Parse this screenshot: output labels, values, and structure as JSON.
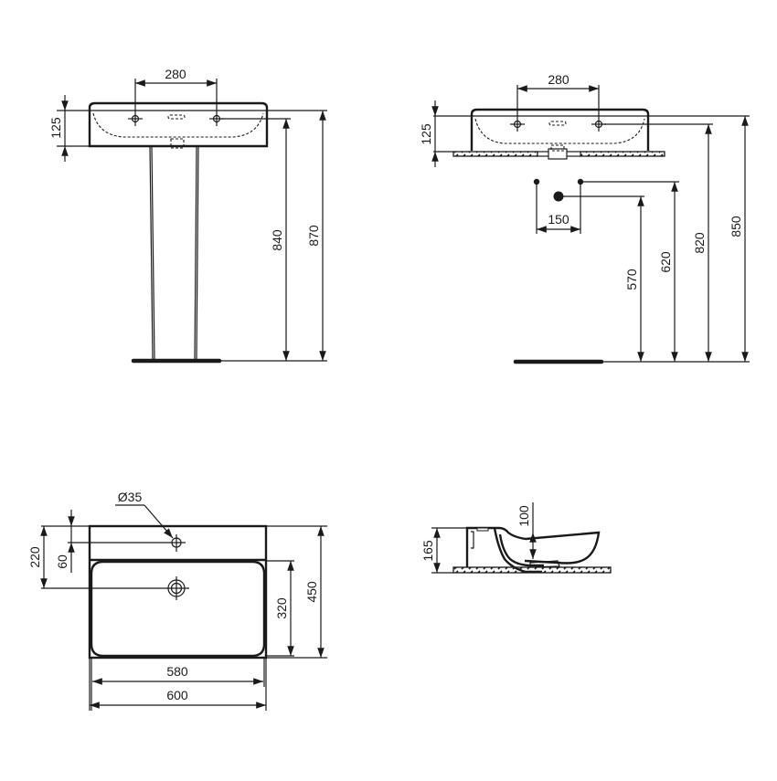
{
  "drawing": {
    "type": "technical-dimension-drawing",
    "subject": "washbasin",
    "units": "mm",
    "line_color": "#1a1a1a",
    "background": "#ffffff"
  },
  "views": {
    "front_pedestal": {
      "tap_hole_spacing": "280",
      "basin_height": "125",
      "tap_height_from_floor": "840",
      "rim_height_from_floor": "870"
    },
    "front_wall_hung": {
      "tap_hole_spacing": "280",
      "basin_height": "125",
      "supply_spacing": "150",
      "waste_height": "570",
      "supply_height": "620",
      "tap_height_from_floor": "820",
      "rim_height_from_floor": "850"
    },
    "plan": {
      "tap_hole_diameter": "Ø35",
      "tap_hole_from_back": "60",
      "waste_from_back": "220",
      "bowl_depth": "320",
      "overall_depth": "450",
      "bowl_width": "580",
      "overall_width": "600"
    },
    "side_section": {
      "overall_height": "165",
      "bowl_depth": "100"
    }
  }
}
